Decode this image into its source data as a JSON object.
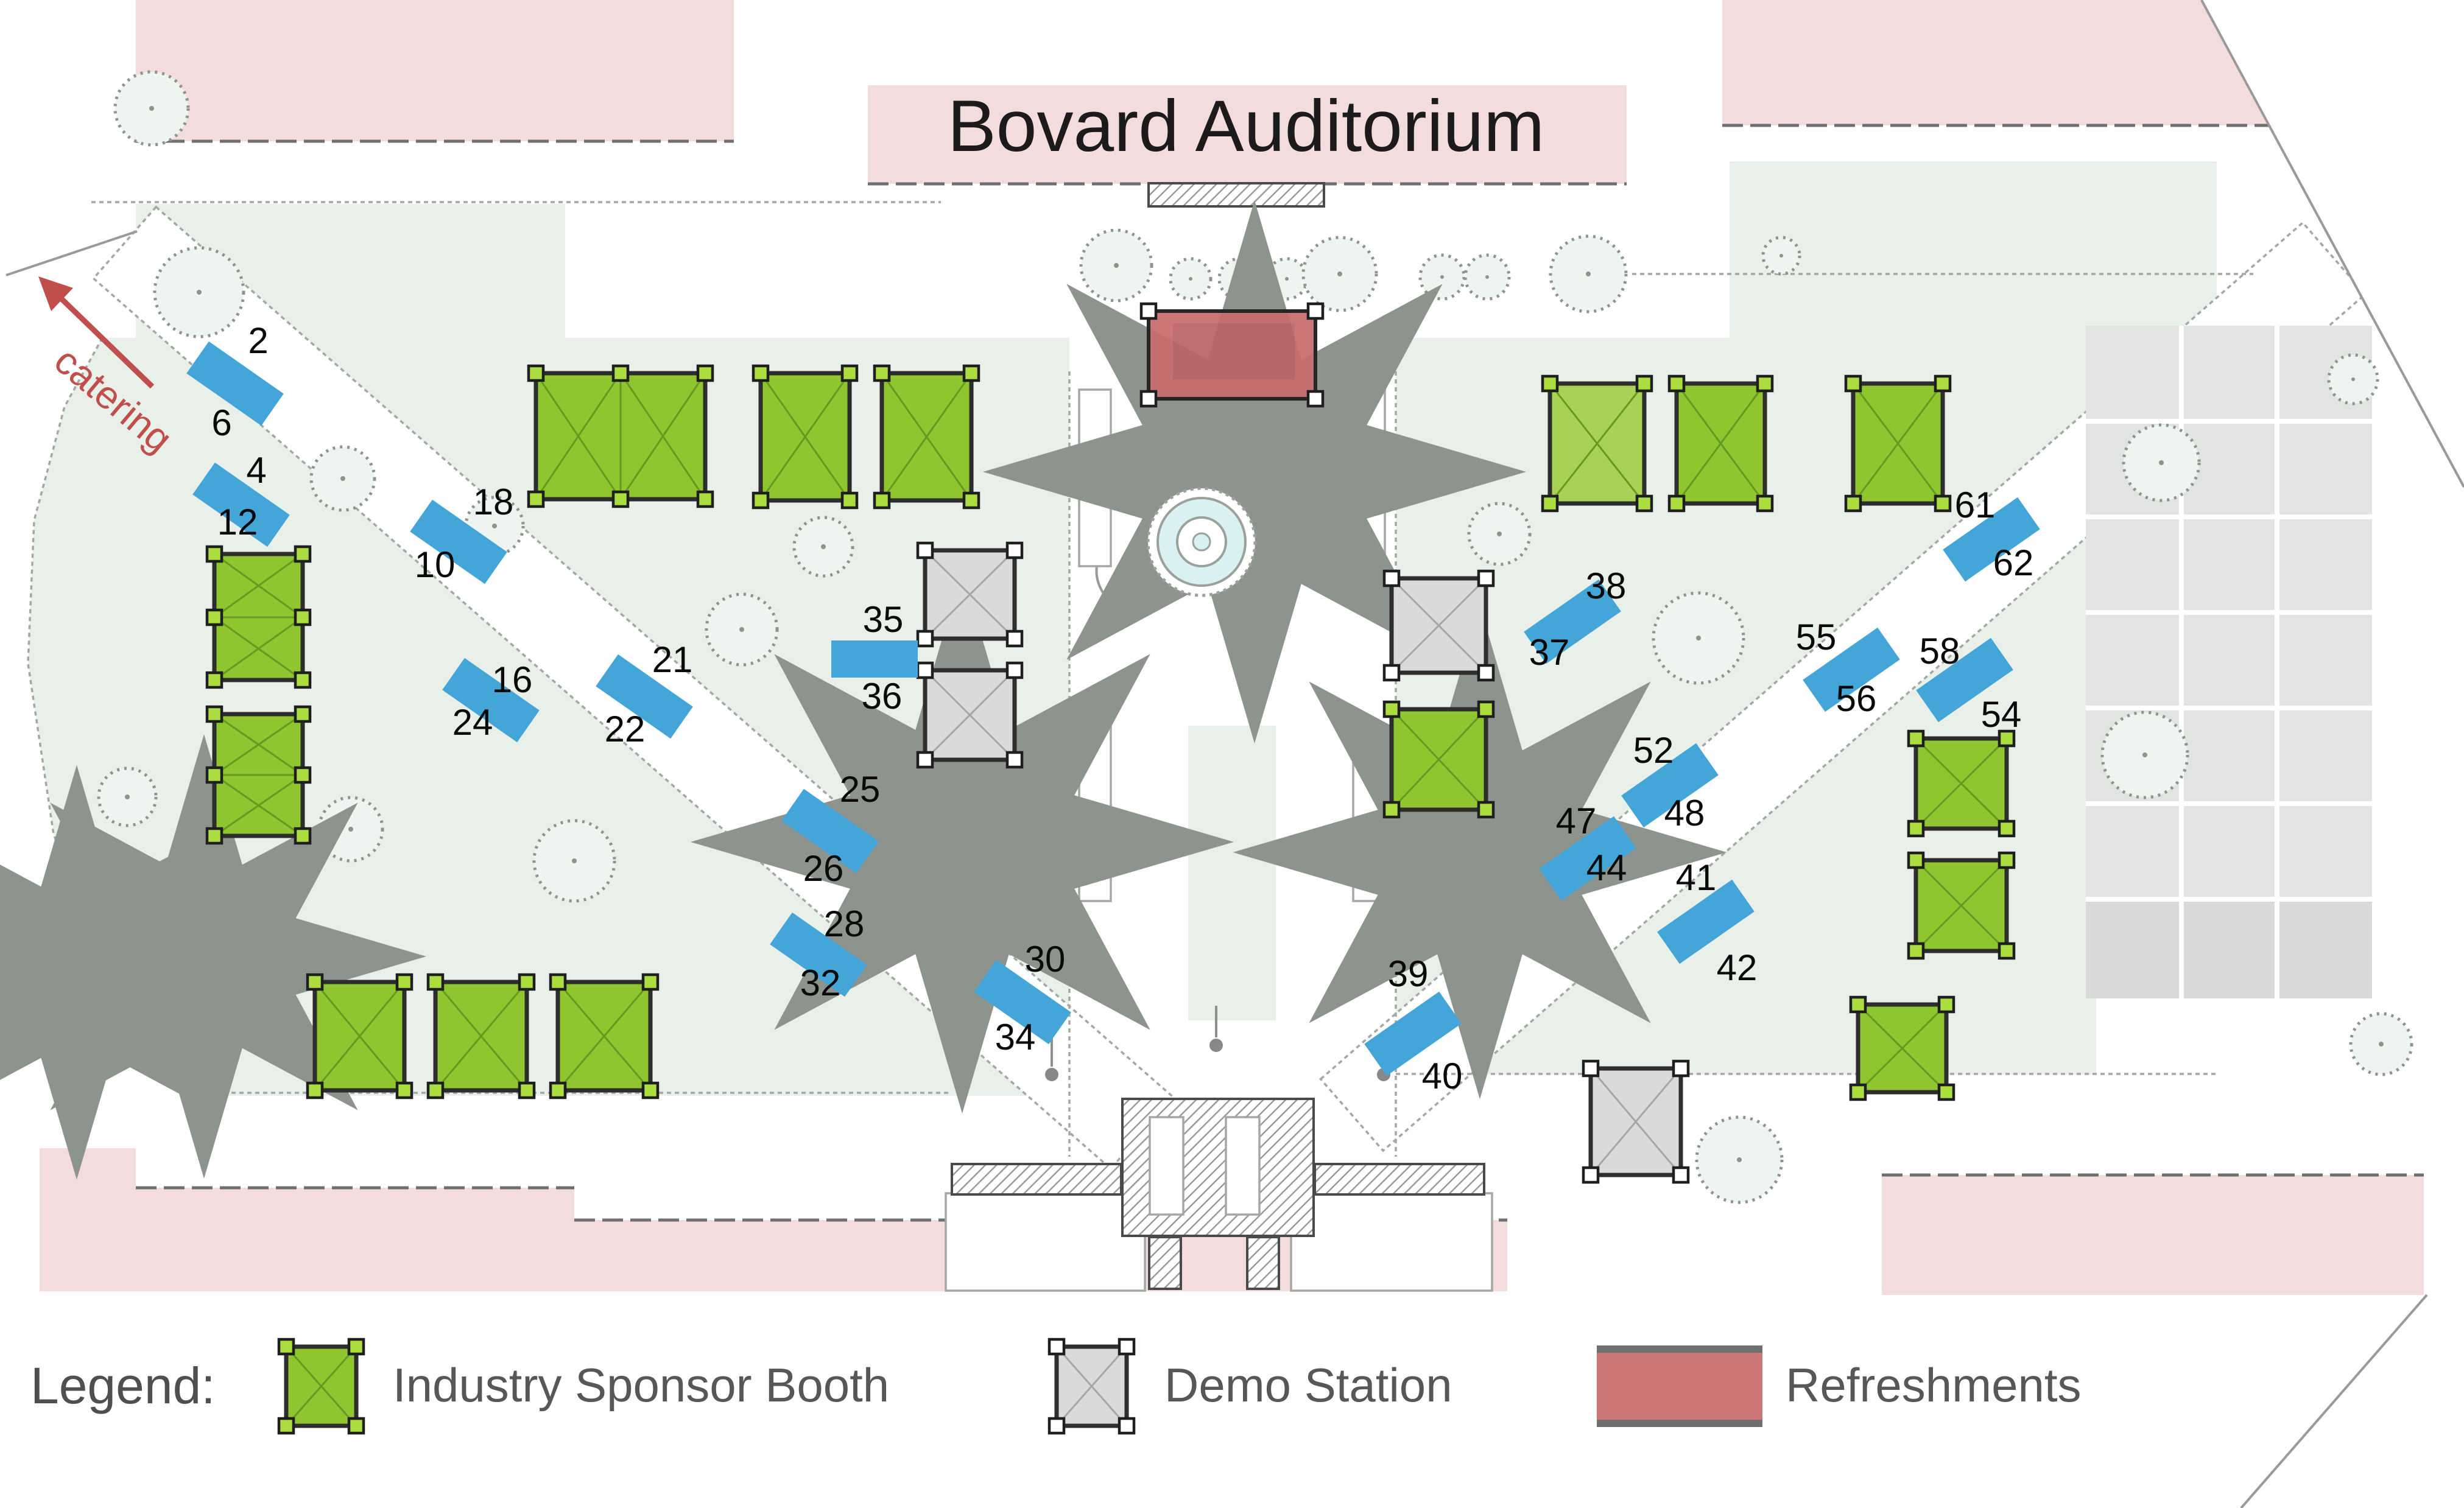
{
  "header": {
    "building_title": "Bovard Auditorium"
  },
  "annotations": {
    "catering_label": "catering"
  },
  "legend": {
    "heading": "Legend:",
    "items": [
      {
        "label": "Industry Sponsor Booth",
        "color": "#8fc62f"
      },
      {
        "label": "Demo Station",
        "color": "#dadada"
      },
      {
        "label": "Refreshments",
        "color": "#c96a6d"
      }
    ]
  },
  "booths": [
    {
      "id": "booth-2-6",
      "labels": [
        "2",
        "6"
      ]
    },
    {
      "id": "booth-4-12",
      "labels": [
        "4",
        "12"
      ]
    },
    {
      "id": "booth-18-10",
      "labels": [
        "18",
        "10"
      ]
    },
    {
      "id": "booth-16-24",
      "labels": [
        "16",
        "24"
      ]
    },
    {
      "id": "booth-21-22",
      "labels": [
        "21",
        "22"
      ]
    },
    {
      "id": "booth-35-36",
      "labels": [
        "35",
        "36"
      ]
    },
    {
      "id": "booth-25-26",
      "labels": [
        "25",
        "26"
      ]
    },
    {
      "id": "booth-28-32",
      "labels": [
        "28",
        "32"
      ]
    },
    {
      "id": "booth-30-34",
      "labels": [
        "30",
        "34"
      ]
    },
    {
      "id": "booth-38-37",
      "labels": [
        "38",
        "37"
      ]
    },
    {
      "id": "booth-39-40",
      "labels": [
        "39",
        "40"
      ]
    },
    {
      "id": "booth-47-44",
      "labels": [
        "47",
        "44"
      ]
    },
    {
      "id": "booth-52-48",
      "labels": [
        "52",
        "48"
      ]
    },
    {
      "id": "booth-41-42",
      "labels": [
        "41",
        "42"
      ]
    },
    {
      "id": "booth-55-56",
      "labels": [
        "55",
        "56"
      ]
    },
    {
      "id": "booth-58-54",
      "labels": [
        "58",
        "54"
      ]
    },
    {
      "id": "booth-61-62",
      "labels": [
        "61",
        "62"
      ]
    }
  ],
  "colors": {
    "booth_blue": "#44a5d8",
    "sponsor_green": "#8fc62f",
    "demo_gray": "#dadada",
    "refreshment_red": "#c96a6d",
    "catering_red": "#c04f4c",
    "lawn_mint": "#e9f0ea",
    "building_pink": "#f2dcdc"
  }
}
